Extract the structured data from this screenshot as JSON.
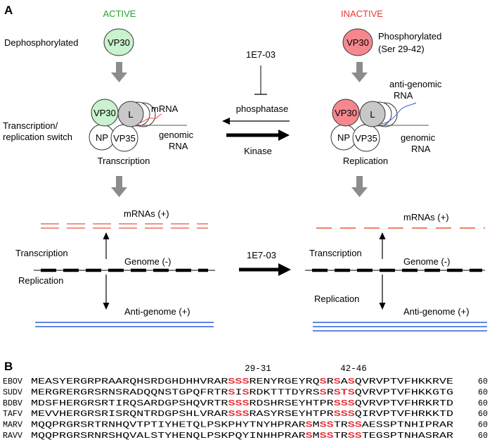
{
  "panel_a": {
    "label": "A",
    "active": {
      "title": "ACTIVE",
      "state_label": "Dephosphorylated",
      "protein": "VP30",
      "mode_label": "Transcription",
      "switch_label_line1": "Transcription/",
      "switch_label_line2": "replication switch",
      "complex": {
        "vp30": "VP30",
        "l": "L",
        "np": "NP",
        "vp35": "VP35"
      },
      "mrna_label": "mRNA",
      "genomic_label_line1": "genomic",
      "genomic_label_line2": "RNA"
    },
    "inactive": {
      "title": "INACTIVE",
      "state_label_line1": "Phosphorylated",
      "state_label_line2": "(Ser 29-42)",
      "protein": "VP30",
      "mode_label": "Replication",
      "complex": {
        "vp30": "VP30",
        "l": "L",
        "np": "NP",
        "vp35": "VP35"
      },
      "antigenomic_label_line1": "anti-genomic",
      "antigenomic_label_line2": "RNA",
      "genomic_label_line1": "genomic",
      "genomic_label_line2": "RNA"
    },
    "center": {
      "inhibitor": "1E7-03",
      "phosphatase": "phosphatase",
      "kinase": "Kinase",
      "drug_arrow_label": "1E7-03"
    },
    "left_bottom": {
      "mrnas": "mRNAs (+)",
      "transcription": "Transcription",
      "genome": "Genome (-)",
      "replication": "Replication",
      "antigenome": "Anti-genome (+)"
    },
    "right_bottom": {
      "mrnas": "mRNAs (+)",
      "transcription": "Transcription",
      "genome": "Genome (-)",
      "replication": "Replication",
      "antigenome": "Anti-genome (+)"
    }
  },
  "panel_b": {
    "label": "B",
    "pos_label_1": "29-31",
    "pos_label_2": "42-46",
    "rows": [
      {
        "name": "EBOV",
        "segments": [
          [
            "MEASYERGRPRAARQHSRDGHDHHVRAR",
            false
          ],
          [
            "SSS",
            true
          ],
          [
            "RENYRGEYRQ",
            false
          ],
          [
            "S",
            true
          ],
          [
            "R",
            false
          ],
          [
            "S",
            true
          ],
          [
            "A",
            false
          ],
          [
            "S",
            true
          ],
          [
            "QVRVPTVFHKKRVE",
            false
          ]
        ],
        "end": "60"
      },
      {
        "name": "SUDV",
        "segments": [
          [
            "MERGRERGRSRNSRADQQNSTGPQFRTR",
            false
          ],
          [
            "S",
            true
          ],
          [
            "I",
            false
          ],
          [
            "S",
            true
          ],
          [
            "RDKTTTDYRS",
            false
          ],
          [
            "S",
            true
          ],
          [
            "R",
            false
          ],
          [
            "STS",
            true
          ],
          [
            "QVRVPTVFHKKGTG",
            false
          ]
        ],
        "end": "60"
      },
      {
        "name": "BDBV",
        "segments": [
          [
            "MDSFHERGRSRTIRQSARDGPSHQVRTR",
            false
          ],
          [
            "SSS",
            true
          ],
          [
            "RDSHRSEYHTPR",
            false
          ],
          [
            "SSS",
            true
          ],
          [
            "QVRVPTVFHRKRTD",
            false
          ]
        ],
        "end": "60"
      },
      {
        "name": "TAFV",
        "segments": [
          [
            "MEVVHERGRSRISRQNTRDGPSHLVRAR",
            false
          ],
          [
            "SSS",
            true
          ],
          [
            "RASYRSEYHTPR",
            false
          ],
          [
            "SSS",
            true
          ],
          [
            "QIRVPTVFHRKKTD",
            false
          ]
        ],
        "end": "60"
      },
      {
        "name": "MARV",
        "segments": [
          [
            "MQQPRGRSRTRNHQVTPTIYHETQLPSKPHYTNYHPRAR",
            false
          ],
          [
            "S",
            true
          ],
          [
            "M",
            false
          ],
          [
            "SS",
            true
          ],
          [
            "TR",
            false
          ],
          [
            "SS",
            true
          ],
          [
            "AESSPTNHIPRAR",
            false
          ]
        ],
        "end": "60"
      },
      {
        "name": "RAVV",
        "segments": [
          [
            "MQQPRGRSRNRSHQVALSTYHENQLPSKPQYINHHPRAR",
            false
          ],
          [
            "S",
            true
          ],
          [
            "M",
            false
          ],
          [
            "SS",
            true
          ],
          [
            "TR",
            false
          ],
          [
            "SS",
            true
          ],
          [
            "TEGSPTNHASRAR",
            false
          ]
        ],
        "end": "60"
      }
    ]
  },
  "colors": {
    "active": "#2da02d",
    "inactive": "#e8343c",
    "vp30_active_fill": "#c9f2cf",
    "vp30_inactive_fill": "#f4888e",
    "l_fill": "#c8c8c8",
    "down_arrow": "#8c8c8c",
    "mrna_red": "#e8553f",
    "antigenome_blue": "#2f5fd6",
    "highlight": "#e8343c"
  }
}
